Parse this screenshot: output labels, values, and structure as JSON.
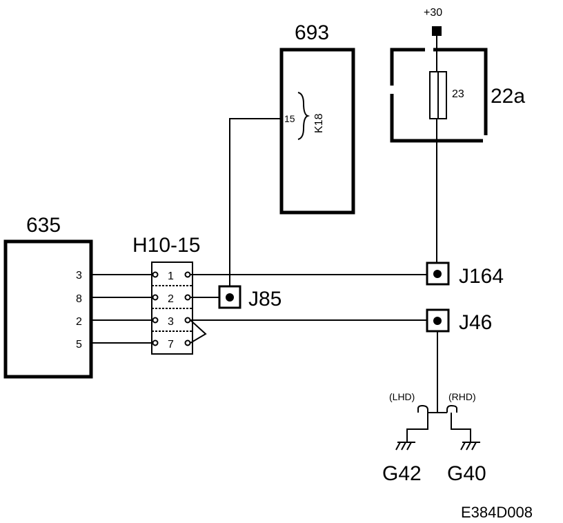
{
  "components": {
    "c635": {
      "label": "635",
      "pins": [
        "3",
        "8",
        "2",
        "5"
      ]
    },
    "c693": {
      "label": "693",
      "pin": "15",
      "connector": "K18"
    },
    "c22a": {
      "label": "22a",
      "fuse": "23"
    },
    "h10": {
      "label": "H10-15",
      "pins": [
        "1",
        "2",
        "3",
        "7"
      ]
    }
  },
  "junctions": {
    "j85": "J85",
    "j164": "J164",
    "j46": "J46"
  },
  "power": "+30",
  "grounds": {
    "lhd": "(LHD)",
    "rhd": "(RHD)",
    "g42": "G42",
    "g40": "G40"
  },
  "diagram_id": "E384D008"
}
